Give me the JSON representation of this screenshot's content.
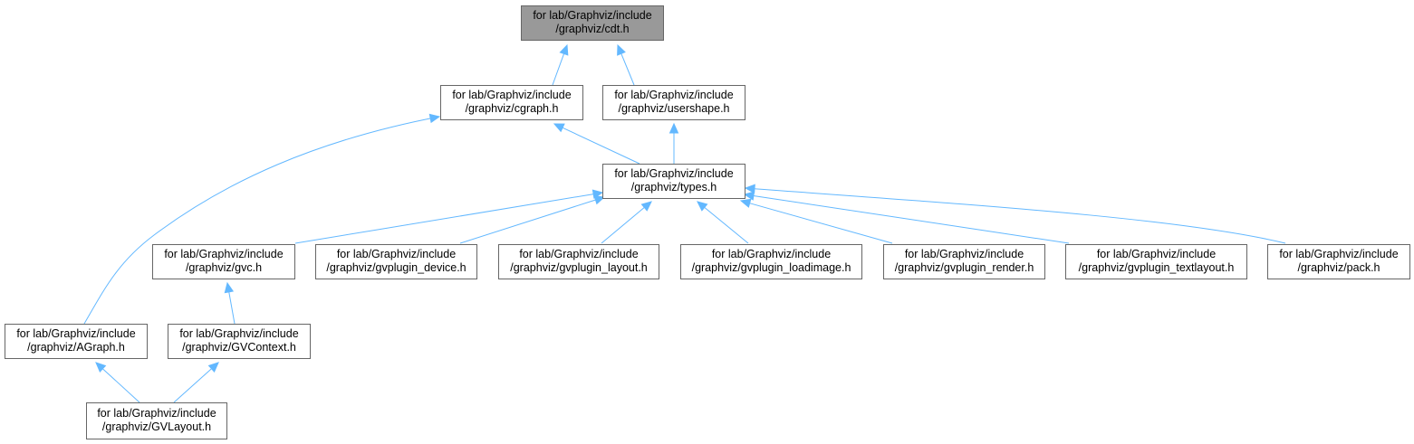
{
  "nodes": {
    "cdt": {
      "line1": "for lab/Graphviz/include",
      "line2": "/graphviz/cdt.h"
    },
    "cgraph": {
      "line1": "for lab/Graphviz/include",
      "line2": "/graphviz/cgraph.h"
    },
    "usershape": {
      "line1": "for lab/Graphviz/include",
      "line2": "/graphviz/usershape.h"
    },
    "types": {
      "line1": "for lab/Graphviz/include",
      "line2": "/graphviz/types.h"
    },
    "gvc": {
      "line1": "for lab/Graphviz/include",
      "line2": "/graphviz/gvc.h"
    },
    "gvplugin_device": {
      "line1": "for lab/Graphviz/include",
      "line2": "/graphviz/gvplugin_device.h"
    },
    "gvplugin_layout": {
      "line1": "for lab/Graphviz/include",
      "line2": "/graphviz/gvplugin_layout.h"
    },
    "gvplugin_loadimage": {
      "line1": "for lab/Graphviz/include",
      "line2": "/graphviz/gvplugin_loadimage.h"
    },
    "gvplugin_render": {
      "line1": "for lab/Graphviz/include",
      "line2": "/graphviz/gvplugin_render.h"
    },
    "gvplugin_textlayout": {
      "line1": "for lab/Graphviz/include",
      "line2": "/graphviz/gvplugin_textlayout.h"
    },
    "pack": {
      "line1": "for lab/Graphviz/include",
      "line2": "/graphviz/pack.h"
    },
    "agraph": {
      "line1": "for lab/Graphviz/include",
      "line2": "/graphviz/AGraph.h"
    },
    "gvcontext": {
      "line1": "for lab/Graphviz/include",
      "line2": "/graphviz/GVContext.h"
    },
    "gvlayout": {
      "line1": "for lab/Graphviz/include",
      "line2": "/graphviz/GVLayout.h"
    }
  },
  "edges": [
    {
      "from": "cgraph",
      "to": "cdt"
    },
    {
      "from": "usershape",
      "to": "cdt"
    },
    {
      "from": "types",
      "to": "cgraph"
    },
    {
      "from": "agraph",
      "to": "cgraph"
    },
    {
      "from": "types",
      "to": "usershape"
    },
    {
      "from": "gvc",
      "to": "types"
    },
    {
      "from": "gvplugin_device",
      "to": "types"
    },
    {
      "from": "gvplugin_layout",
      "to": "types"
    },
    {
      "from": "gvplugin_loadimage",
      "to": "types"
    },
    {
      "from": "gvplugin_render",
      "to": "types"
    },
    {
      "from": "gvplugin_textlayout",
      "to": "types"
    },
    {
      "from": "pack",
      "to": "types"
    },
    {
      "from": "gvcontext",
      "to": "gvc"
    },
    {
      "from": "gvlayout",
      "to": "agraph"
    },
    {
      "from": "gvlayout",
      "to": "gvcontext"
    }
  ],
  "colors": {
    "edge": "#63b8ff",
    "node_border": "#666666",
    "root_fill": "#999999",
    "node_fill": "#ffffff"
  }
}
